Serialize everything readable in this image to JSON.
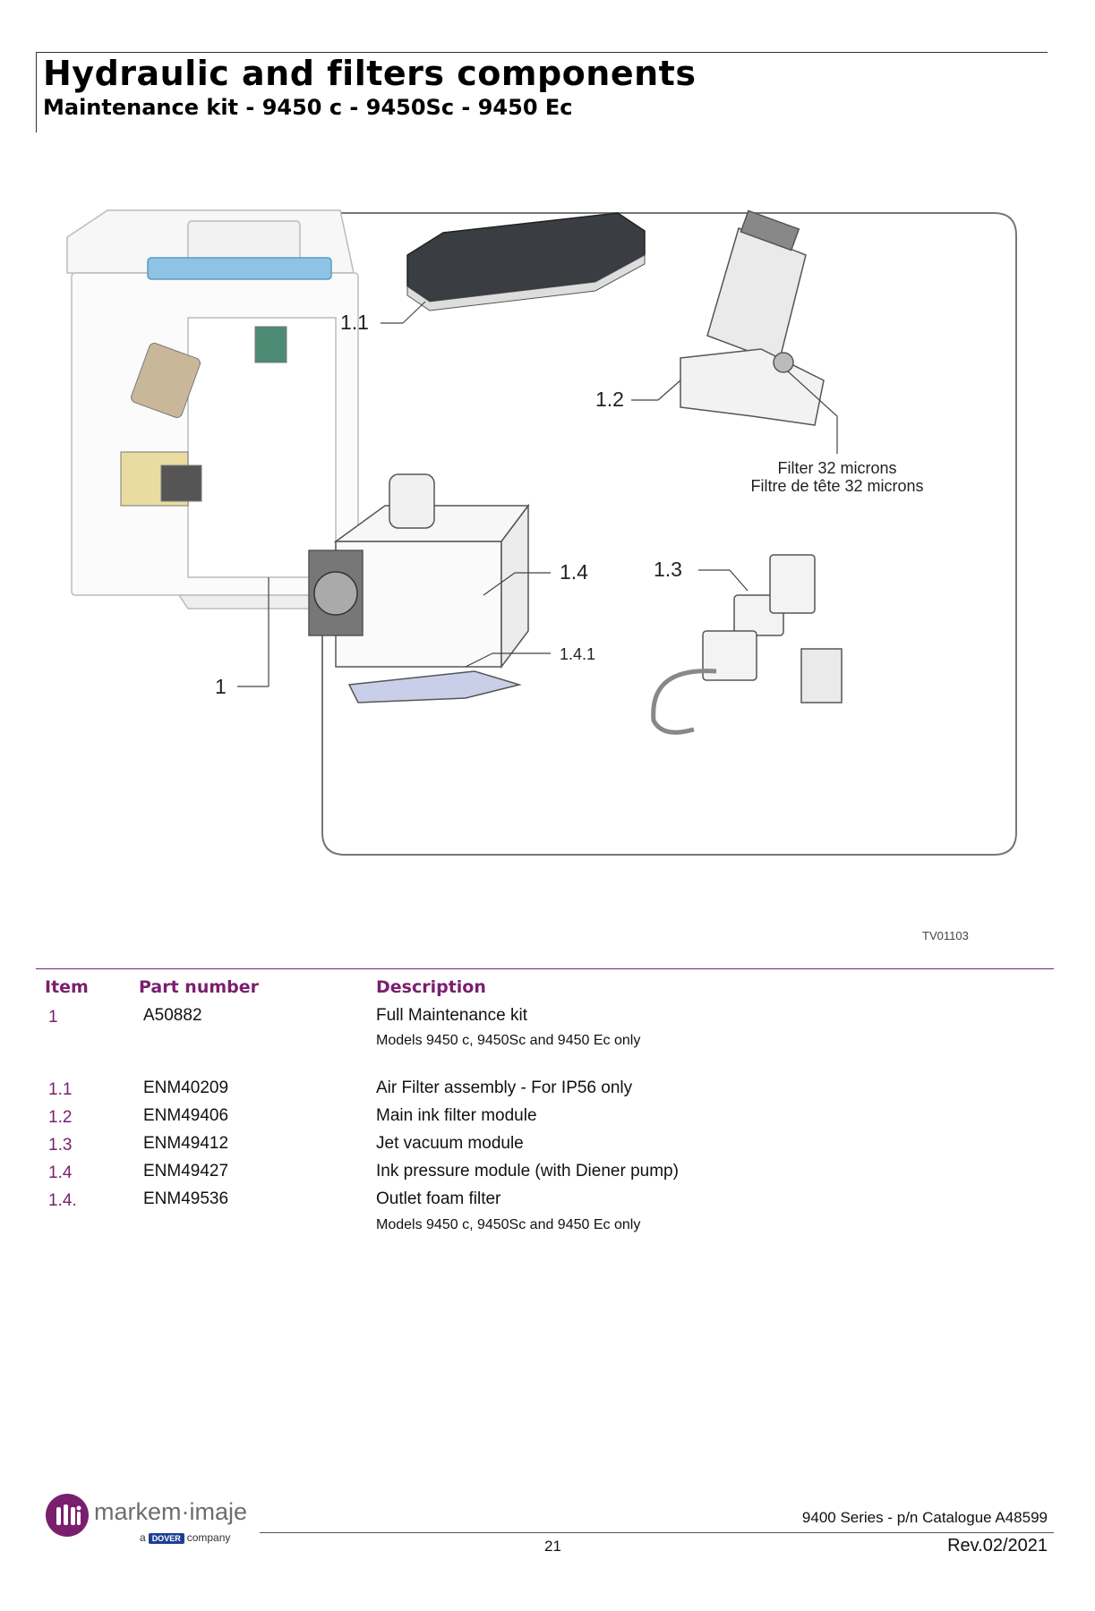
{
  "header": {
    "title": "Hydraulic and filters components",
    "subtitle": "Maintenance kit - 9450 c - 9450Sc - 9450 Ec"
  },
  "figure": {
    "callouts": {
      "c1": "1",
      "c1_1": "1.1",
      "c1_2": "1.2",
      "c1_3": "1.3",
      "c1_4": "1.4",
      "c1_4_1": "1.4.1"
    },
    "filter_label_en": "Filter 32 microns",
    "filter_label_fr": "Filtre de tête 32 microns",
    "reference": "TV01103"
  },
  "table": {
    "headers": {
      "item": "Item",
      "part": "Part number",
      "desc": "Description"
    },
    "rows": [
      {
        "item": "1",
        "part": "A50882",
        "desc": "Full Maintenance kit",
        "note": "Models 9450 c, 9450Sc and 9450 Ec only"
      },
      {
        "item": "1.1",
        "part": "ENM40209",
        "desc": "Air Filter assembly - For IP56 only"
      },
      {
        "item": "1.2",
        "part": "ENM49406",
        "desc": "Main ink filter module"
      },
      {
        "item": "1.3",
        "part": "ENM49412",
        "desc": "Jet vacuum module"
      },
      {
        "item": "1.4",
        "part": "ENM49427",
        "desc": "Ink pressure module (with Diener pump)"
      },
      {
        "item": "1.4.",
        "part": "ENM49536",
        "desc": "Outlet foam filter",
        "note": "Models 9450 c, 9450Sc and 9450 Ec only"
      }
    ]
  },
  "footer": {
    "brand": "markem·imaje",
    "brand_sub_prefix": "a",
    "brand_sub_badge": "DOVER",
    "brand_sub_suffix": "company",
    "catalogue": "9400 Series - p/n Catalogue A48599",
    "page": "21",
    "revision": "Rev.02/2021"
  },
  "colors": {
    "accent": "#7a1f6e",
    "highlight_blue": "#8fc3e6",
    "dark_filter": "#3a3d42"
  }
}
